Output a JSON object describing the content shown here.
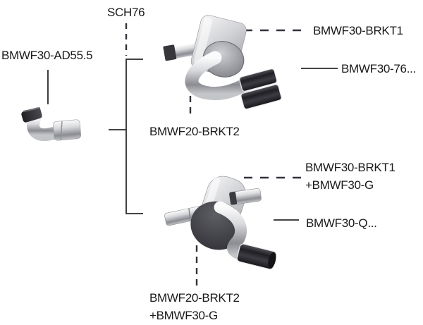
{
  "diagram": {
    "labels": {
      "sch76": {
        "text": "SCH76"
      },
      "ad55": {
        "text": "BMWF30-AD55.5"
      },
      "brkt1_top": {
        "text": "BMWF30-BRKT1"
      },
      "f3076": {
        "text": "BMWF30-76..."
      },
      "brkt2_top": {
        "text": "BMWF20-BRKT2"
      },
      "brkt1_g": {
        "line1": "BMWF30-BRKT1",
        "line2": "+BMWF30-G"
      },
      "q": {
        "text": "BMWF30-Q..."
      },
      "brkt2_g": {
        "line1": "BMWF20-BRKT2",
        "line2": "+BMWF30-G"
      }
    },
    "images": {
      "elbow": "elbow-adapter-pipe-photo",
      "top_silencer": "rear-silencer-twin-tips-photo",
      "bottom_silencer": "rear-silencer-duplex-photo"
    },
    "colors": {
      "text": "#1a1a1a",
      "solid_line": "#2a2a2a",
      "dashed_line": "#35303a",
      "metal_light": "#f2f2f4",
      "metal_mid": "#b9babe",
      "metal_dark": "#2e2e33"
    }
  }
}
